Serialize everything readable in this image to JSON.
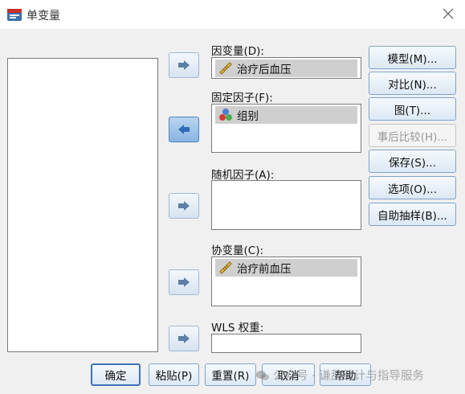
{
  "window": {
    "title": "单变量",
    "close_icon": "close-icon",
    "app_icon": "spss-dialog-icon"
  },
  "fields": {
    "dependent": {
      "label": "因变量(D):",
      "item": "治疗后血压",
      "item_icon": "scale-ruler-icon"
    },
    "fixed_factors": {
      "label": "固定因子(F):",
      "item": "组别",
      "item_icon": "nominal-circles-icon"
    },
    "random_factors": {
      "label": "随机因子(A):"
    },
    "covariates": {
      "label": "协变量(C):",
      "item": "治疗前血压",
      "item_icon": "scale-ruler-icon"
    },
    "wls_weight": {
      "label": "WLS 权重:"
    }
  },
  "side_buttons": [
    {
      "label": "模型(M)...",
      "enabled": true
    },
    {
      "label": "对比(N)...",
      "enabled": true
    },
    {
      "label": "图(T)...",
      "enabled": true
    },
    {
      "label": "事后比较(H)...",
      "enabled": false
    },
    {
      "label": "保存(S)...",
      "enabled": true
    },
    {
      "label": "选项(O)...",
      "enabled": true
    },
    {
      "label": "自助抽样(B)...",
      "enabled": true
    }
  ],
  "bottom_buttons": {
    "ok": "确定",
    "paste": "粘贴(P)",
    "reset": "重置(R)",
    "cancel": "取消",
    "help": "帮助"
  },
  "watermark": "公众号 · 谦辞统计与指导服务",
  "colors": {
    "arrow_active": "#2e6db4",
    "arrow_inactive": "#5b7fa6",
    "button_border": "#7ea3cc"
  }
}
